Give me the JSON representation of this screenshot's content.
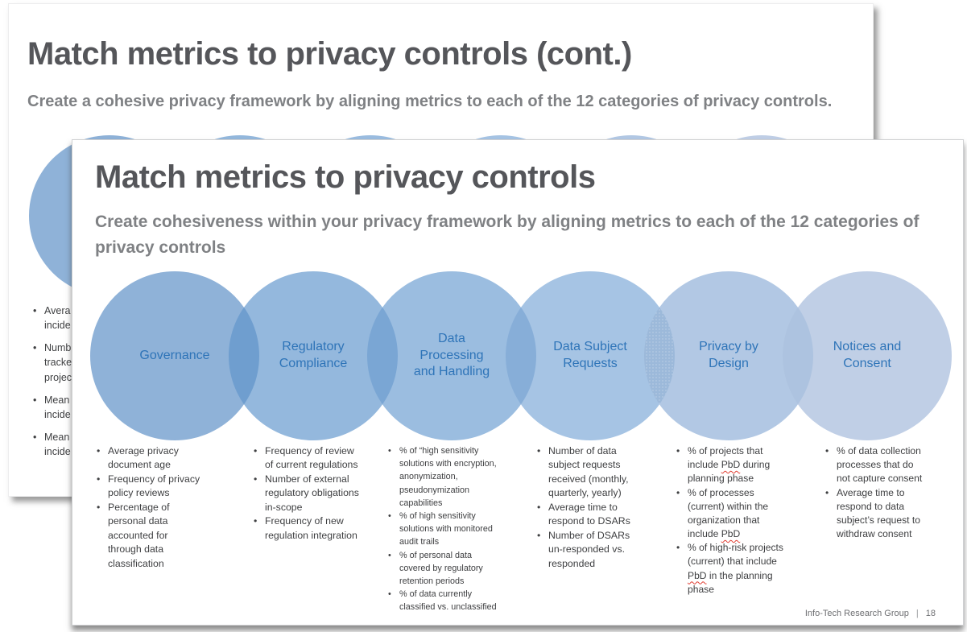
{
  "back_slide": {
    "title": "Match metrics to privacy controls (cont.)",
    "subtitle": "Create a cohesive privacy framework by aligning metrics to each of the 12 categories of privacy controls.",
    "clipped_bullets": [
      "Avera\nincide",
      "Numb\ntracke\nprojec",
      "Mean\nincide",
      "Mean\nincide"
    ]
  },
  "front_slide": {
    "title": "Match metrics to privacy controls",
    "subtitle": "Create cohesiveness within your privacy framework by aligning metrics to each of the 12 categories of privacy controls",
    "label_color": "#2e74b8",
    "overlap_colors": [
      "#6f9ecf",
      "#7aa6d4",
      "#87aed8",
      "#9cb9da",
      "#adc3e0"
    ],
    "dotted_overlap_index": 3,
    "spellcheck_terms": [
      "PbD"
    ],
    "categories": [
      {
        "label": "Governance",
        "circle_color": "#8fb2d8",
        "bullets": [
          "Average privacy document age",
          "Frequency of privacy policy reviews",
          "Percentage of personal data accounted for through data classification"
        ]
      },
      {
        "label": "Regulatory\nCompliance",
        "circle_color": "#94b8dd",
        "bullets": [
          "Frequency of review of current regulations",
          "Number of external regulatory obligations in-scope",
          "Frequency of new regulation integration"
        ]
      },
      {
        "label": "Data\nProcessing\nand Handling",
        "circle_color": "#9bbde0",
        "bullets": [
          "% of “high sensitivity solutions with encryption, anonymization, pseudonymization capabilities",
          "% of high sensitivity solutions with monitored audit trails",
          "% of personal data covered by regulatory retention periods",
          "% of data currently classified vs. unclassified"
        ]
      },
      {
        "label": "Data Subject\nRequests",
        "circle_color": "#a6c4e4",
        "bullets": [
          "Number of data subject requests received (monthly, quarterly, yearly)",
          "Average time to respond to DSARs",
          "Number of DSARs un-responded vs. responded"
        ]
      },
      {
        "label": "Privacy by\nDesign",
        "circle_color": "#b2c8e4",
        "bullets": [
          "% of projects that include PbD during planning phase",
          "% of processes (current) within the organization that include PbD",
          "% of high-risk projects (current) that include PbD in the planning phase"
        ]
      },
      {
        "label": "Notices and\nConsent",
        "circle_color": "#c0cfe6",
        "bullets": [
          "% of data collection processes that do not capture consent",
          "Average time to respond to data subject’s request to withdraw consent"
        ]
      }
    ],
    "footer": {
      "brand": "Info-Tech Research Group",
      "separator": "|",
      "page_number": "18"
    }
  }
}
